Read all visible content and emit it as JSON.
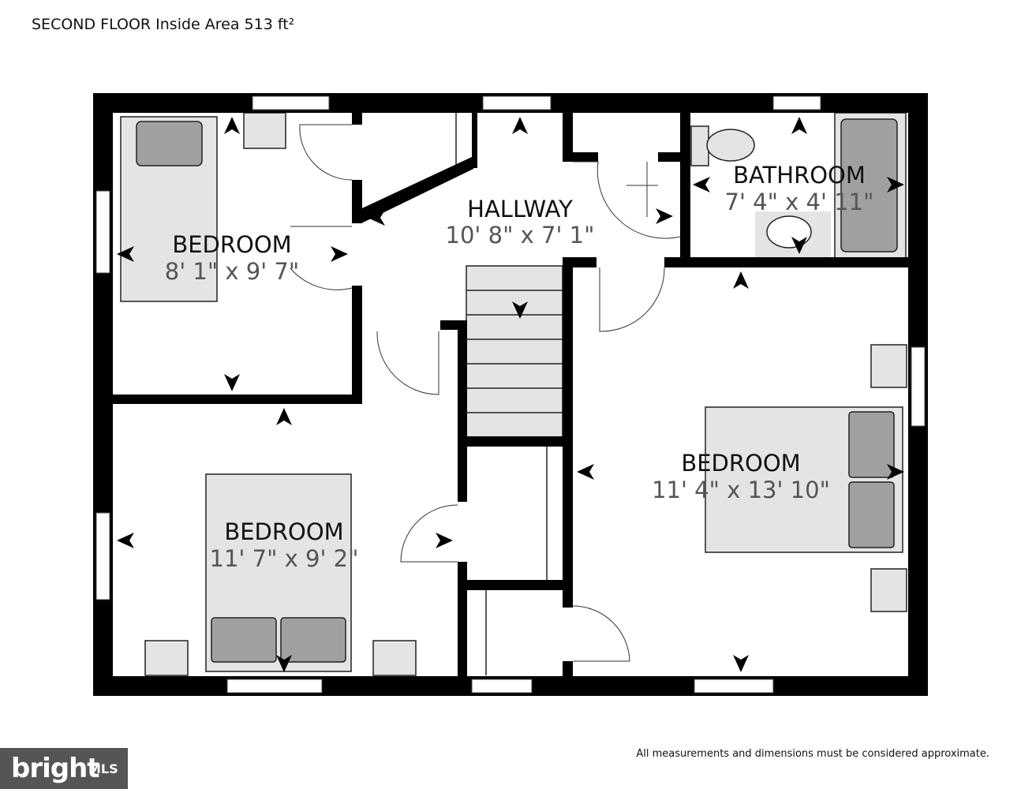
{
  "header": "SECOND FLOOR Inside Area 513 ft²",
  "disclaimer": "All measurements and dimensions must be considered approximate.",
  "logo": {
    "word": "bright",
    "suffix": "MLS"
  },
  "rooms": [
    {
      "id": "bedroom-1",
      "name": "BEDROOM",
      "dims": "8' 1\" x 9' 7\""
    },
    {
      "id": "hallway",
      "name": "HALLWAY",
      "dims": "10' 8\" x 7' 1\""
    },
    {
      "id": "bathroom",
      "name": "BATHROOM",
      "dims": "7' 4\" x 4' 11\""
    },
    {
      "id": "bedroom-2",
      "name": "BEDROOM",
      "dims": "11' 7\" x 9' 2\""
    },
    {
      "id": "bedroom-3",
      "name": "BEDROOM",
      "dims": "11' 4\" x 13' 10\""
    }
  ],
  "colors": {
    "wall": "#000000",
    "fixture": "#e4e4e4",
    "fixture_dark": "#a0a0a0",
    "logo_bg": "#555555"
  }
}
